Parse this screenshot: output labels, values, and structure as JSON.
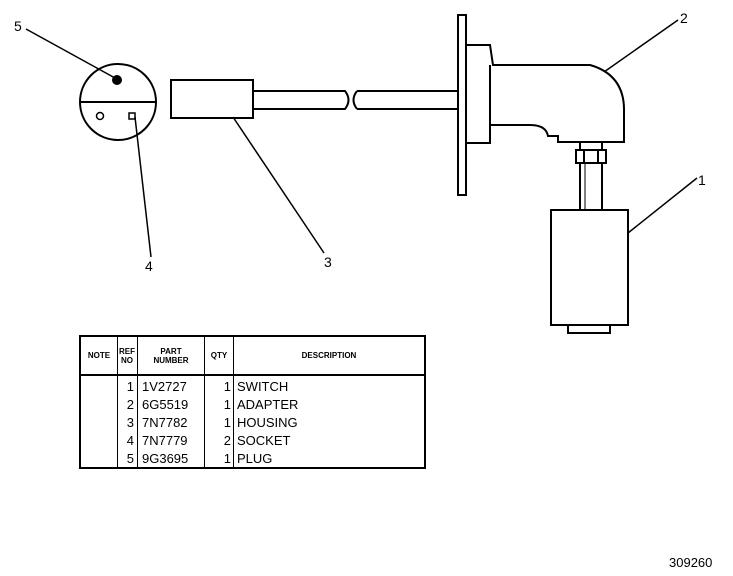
{
  "callouts": [
    "1",
    "2",
    "3",
    "4",
    "5"
  ],
  "table": {
    "headers": {
      "note": "NOTE",
      "ref_no": [
        "REF",
        "NO"
      ],
      "part_number": [
        "PART",
        "NUMBER"
      ],
      "qty": "QTY",
      "description": "DESCRIPTION"
    },
    "rows": [
      {
        "ref": "1",
        "part": "1V2727",
        "qty": "1",
        "desc": "SWITCH"
      },
      {
        "ref": "2",
        "part": "6G5519",
        "qty": "1",
        "desc": "ADAPTER"
      },
      {
        "ref": "3",
        "part": "7N7782",
        "qty": "1",
        "desc": "HOUSING"
      },
      {
        "ref": "4",
        "part": "7N7779",
        "qty": "2",
        "desc": "SOCKET"
      },
      {
        "ref": "5",
        "part": "9G3695",
        "qty": "1",
        "desc": "PLUG"
      }
    ]
  },
  "figure_number": "309260"
}
